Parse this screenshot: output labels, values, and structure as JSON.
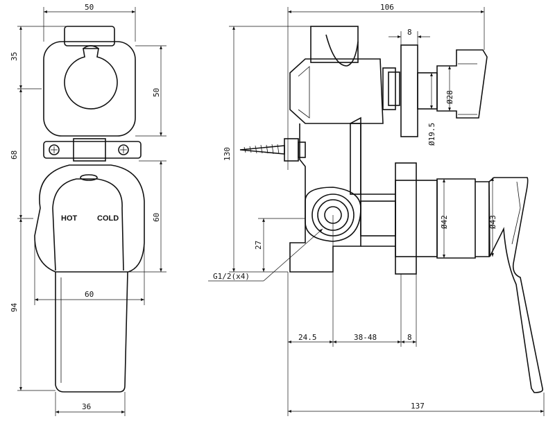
{
  "dimensions": {
    "top_width_front": "50",
    "top_width_side": "106",
    "h_35": "35",
    "h_68": "68",
    "h_94": "94",
    "h_50_right": "50",
    "h_60_right": "60",
    "w_60_front": "60",
    "w_36_front": "36",
    "w_8_top": "8",
    "d_28": "Ø28",
    "d_19_5": "Ø19.5",
    "h_130": "130",
    "d_42": "Ø42",
    "d_43": "Ø43",
    "h_27": "27",
    "thread": "G1/2(x4)",
    "w_24_5": "24.5",
    "w_38_48": "38-48",
    "w_8_bottom": "8",
    "w_137": "137"
  },
  "labels": {
    "hot": "HOT",
    "cold": "COLD"
  }
}
